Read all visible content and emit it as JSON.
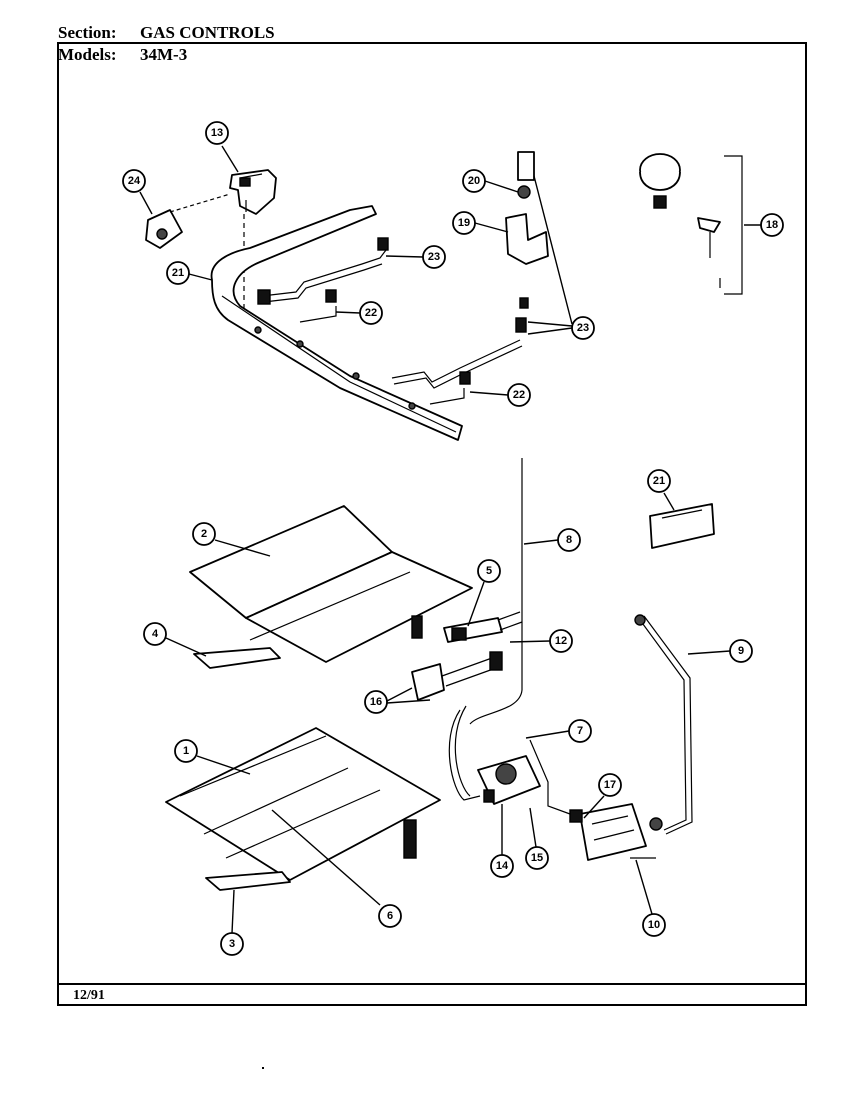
{
  "header": {
    "section_label": "Section:",
    "section_value": "GAS CONTROLS",
    "models_label": "Models:",
    "models_value": "34M-3"
  },
  "footer": {
    "date": "12/91"
  },
  "callouts": [
    {
      "id": "13",
      "label": "13"
    },
    {
      "id": "24",
      "label": "24"
    },
    {
      "id": "21a",
      "label": "21"
    },
    {
      "id": "23a",
      "label": "23"
    },
    {
      "id": "22a",
      "label": "22"
    },
    {
      "id": "20",
      "label": "20"
    },
    {
      "id": "19",
      "label": "19"
    },
    {
      "id": "18",
      "label": "18"
    },
    {
      "id": "23b",
      "label": "23"
    },
    {
      "id": "22b",
      "label": "22"
    },
    {
      "id": "8",
      "label": "8"
    },
    {
      "id": "21b",
      "label": "21"
    },
    {
      "id": "2",
      "label": "2"
    },
    {
      "id": "5",
      "label": "5"
    },
    {
      "id": "12",
      "label": "12"
    },
    {
      "id": "4",
      "label": "4"
    },
    {
      "id": "9",
      "label": "9"
    },
    {
      "id": "16",
      "label": "16"
    },
    {
      "id": "7",
      "label": "7"
    },
    {
      "id": "1",
      "label": "1"
    },
    {
      "id": "17",
      "label": "17"
    },
    {
      "id": "14",
      "label": "14"
    },
    {
      "id": "15",
      "label": "15"
    },
    {
      "id": "6",
      "label": "6"
    },
    {
      "id": "10",
      "label": "10"
    },
    {
      "id": "3",
      "label": "3"
    }
  ]
}
